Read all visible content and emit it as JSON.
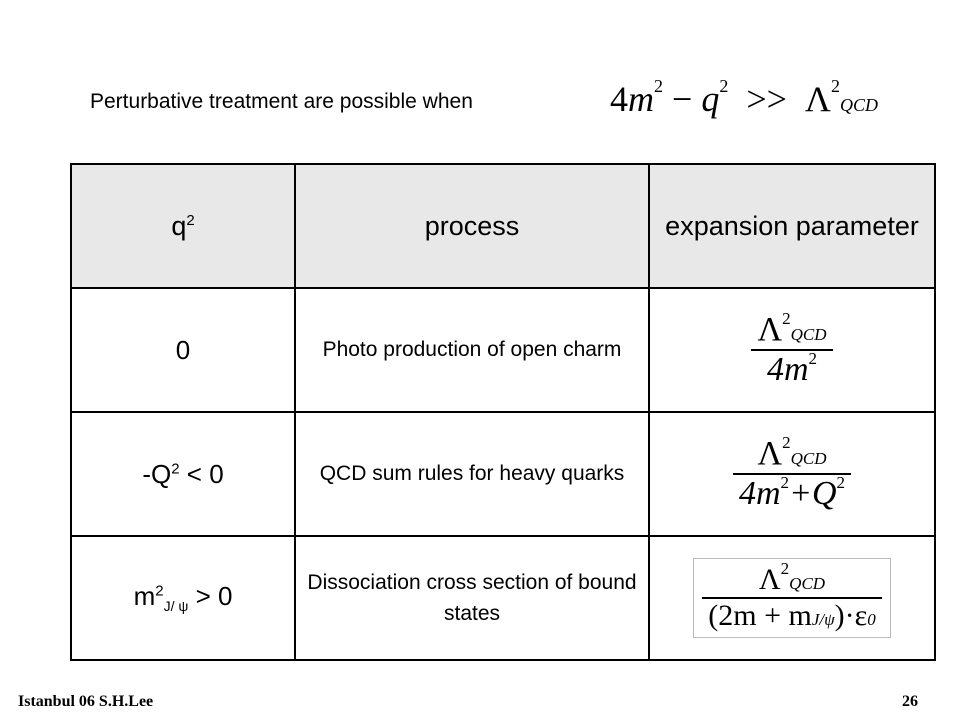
{
  "intro_text": "Perturbative treatment are possible when",
  "condition": {
    "lhs_coef": "4",
    "m": "m",
    "minus": "−",
    "q": "q",
    "rel": ">>",
    "lambda": "Λ",
    "sub": "QCD",
    "exp": "2"
  },
  "table": {
    "header": {
      "col1_base": "q",
      "col1_sup": "2",
      "col2": "process",
      "col3": "expansion parameter"
    },
    "rows": [
      {
        "c1_main": "0",
        "process": "Photo production of open charm",
        "num": "Λ",
        "num_sub": "QCD",
        "den": "4m",
        "den_sup": "2"
      },
      {
        "c1_pre": "-Q",
        "c1_sup": "2",
        "c1_post": " < 0",
        "process": "QCD sum rules for heavy quarks",
        "num": "Λ",
        "num_sub": "QCD",
        "den": "4m",
        "den_sup": "2",
        "den_mid": "+Q",
        "den_sup2": "2"
      },
      {
        "c1_pre": "m",
        "c1_sup": "2",
        "c1_sub": "J/ ψ",
        "c1_post": " > 0",
        "process": "Dissociation cross section of bound states",
        "num": "Λ",
        "num_sub": "QCD",
        "den": "(2m + m",
        "den_sub": "J/ψ",
        "den_post": ")·ε",
        "den_sub2": "0"
      }
    ]
  },
  "footer": {
    "left": "Istanbul 06  S.H.Lee",
    "page": "26"
  }
}
